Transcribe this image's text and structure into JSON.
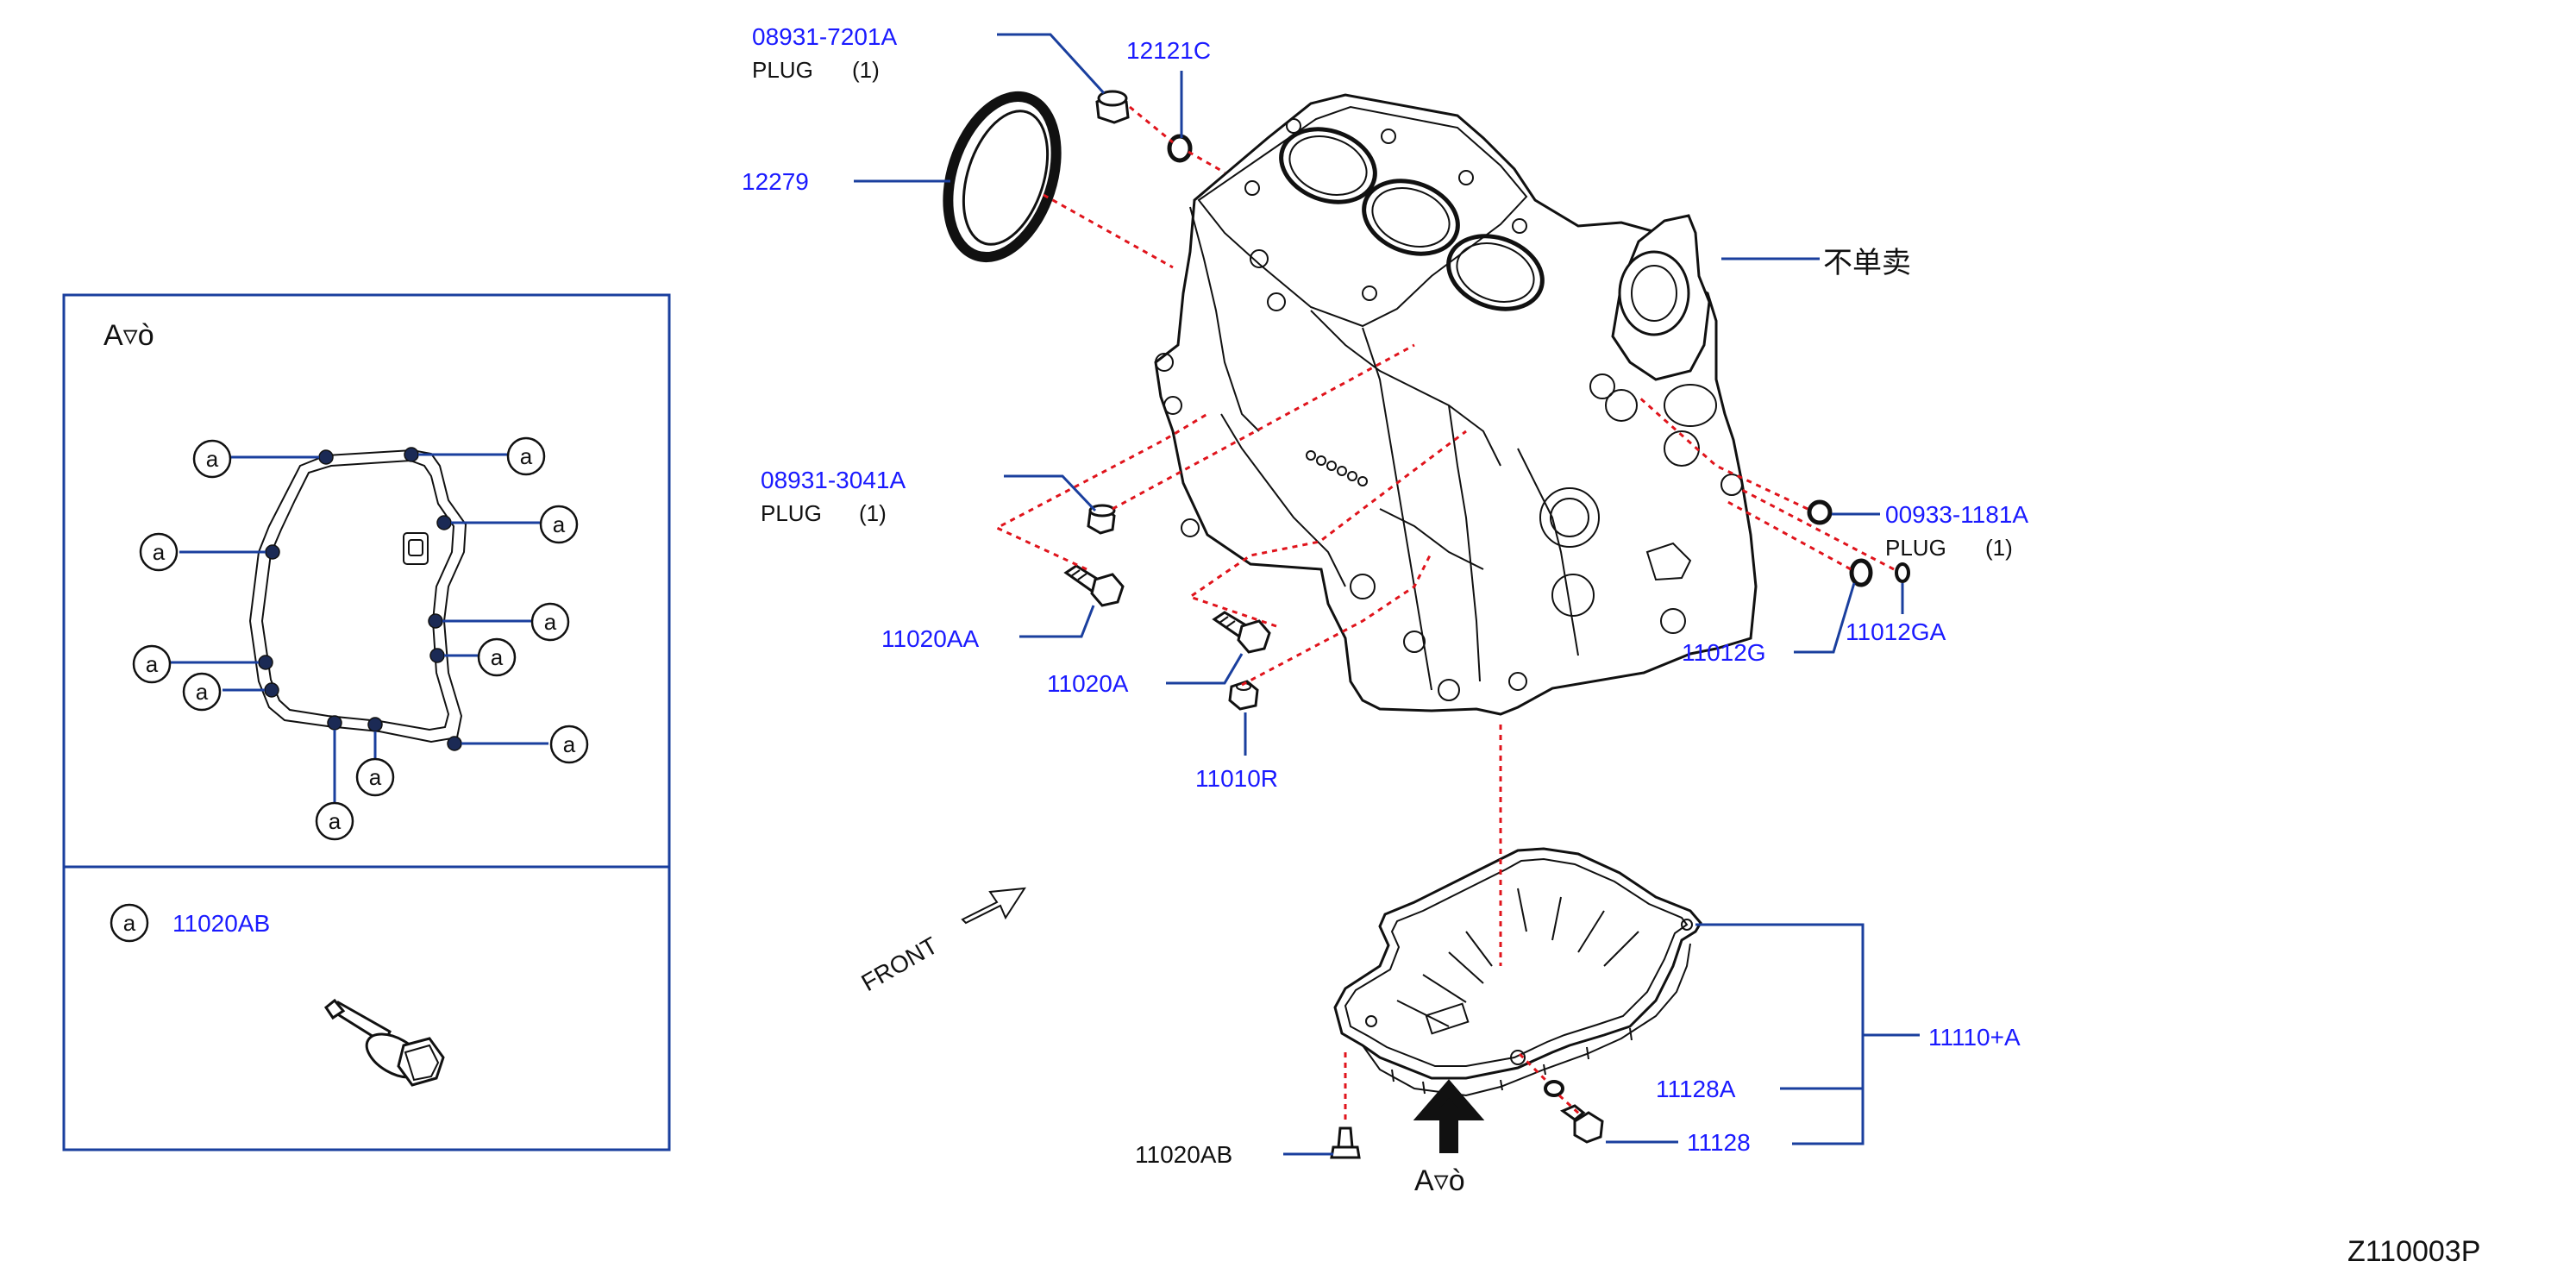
{
  "labels": {
    "plug_top_pn": "08931-7201A",
    "plug_top_name": "PLUG",
    "plug_top_qty": "(1)",
    "ring_12121c": "12121C",
    "seal_12279": "12279",
    "not_sold": "不单卖",
    "plug_mid_pn": "08931-3041A",
    "plug_mid_name": "PLUG",
    "plug_mid_qty": "(1)",
    "bolt_11020aa": "11020AA",
    "bolt_11020a": "11020A",
    "dowel_11010r": "11010R",
    "plug_right_pn": "00933-1181A",
    "plug_right_name": "PLUG",
    "plug_right_qty": "(1)",
    "oring_11012g": "11012G",
    "oring_11012ga": "11012GA",
    "front": "FRONT",
    "pan_11110a": "11110+A",
    "washer_11128a": "11128A",
    "drain_11128": "11128",
    "bolt_11020ab": "11020AB",
    "view_a": "A▿ò",
    "diagram_code": "Z110003P"
  },
  "inset": {
    "view_title": "A▿ò",
    "callout_letter": "a",
    "legend_letter": "a",
    "legend_part": "11020AB"
  },
  "colors": {
    "part_number": "#1a1aff",
    "leader_line": "#1a3f9e",
    "hidden_line": "#e0141c",
    "drawing": "#111111"
  }
}
